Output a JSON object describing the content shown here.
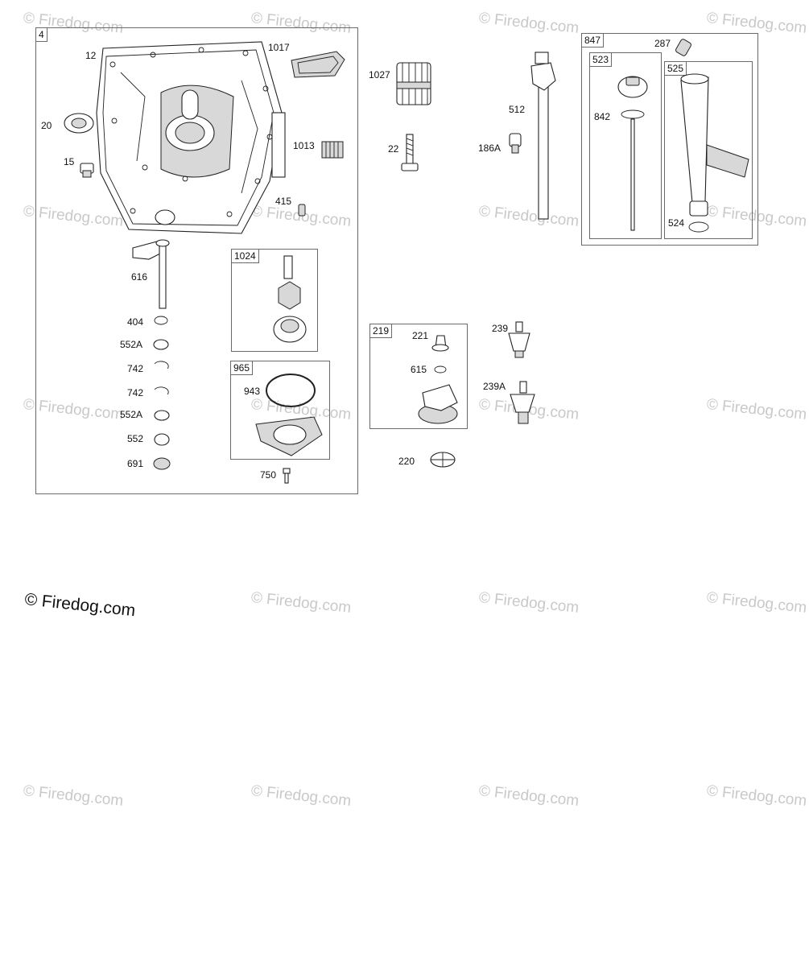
{
  "watermark_text": "© Firedog.com",
  "copyright_text": "© Firedog.com",
  "groups": {
    "g4": "4",
    "g847": "847",
    "g523": "523",
    "g525": "525",
    "g1024": "1024",
    "g965": "965",
    "g219": "219"
  },
  "labels": {
    "p12": "12",
    "p1017": "1017",
    "p1027": "1027",
    "p20": "20",
    "p1013": "1013",
    "p15": "15",
    "p22": "22",
    "p415": "415",
    "p616": "616",
    "p404": "404",
    "p552A_1": "552A",
    "p742_1": "742",
    "p742_2": "742",
    "p552A_2": "552A",
    "p552": "552",
    "p691": "691",
    "p943": "943",
    "p750": "750",
    "p512": "512",
    "p186A": "186A",
    "p287": "287",
    "p842": "842",
    "p524": "524",
    "p221": "221",
    "p615": "615",
    "p220": "220",
    "p239": "239",
    "p239A": "239A"
  }
}
